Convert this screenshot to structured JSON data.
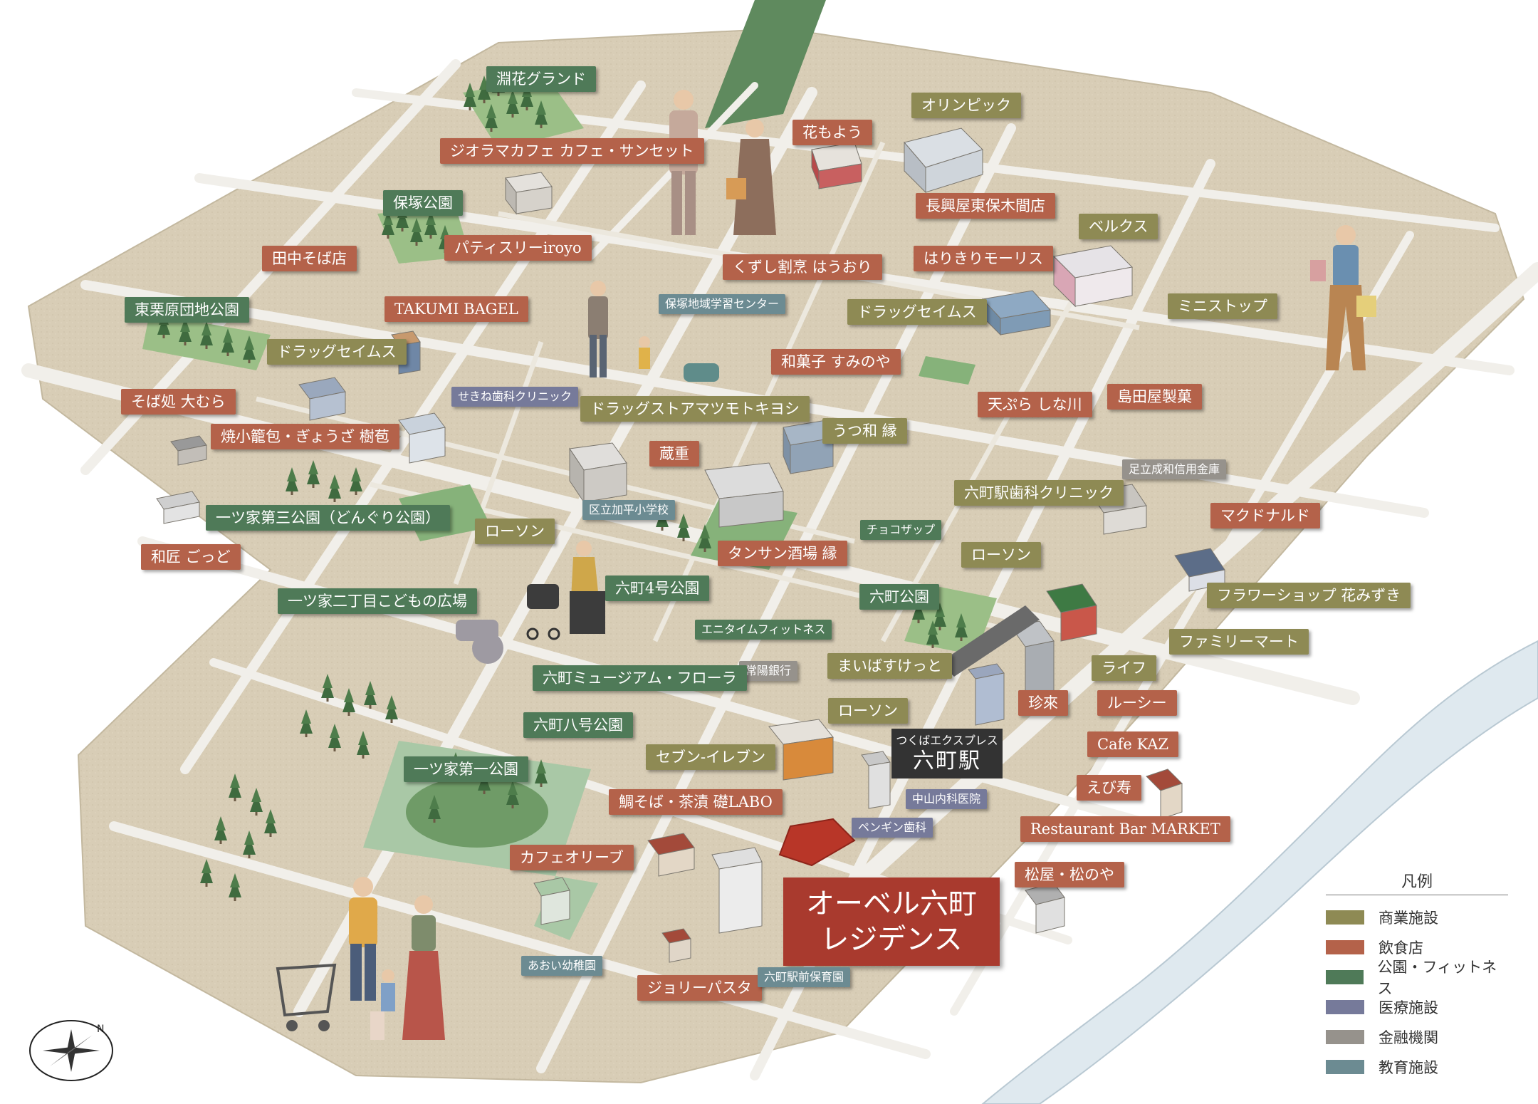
{
  "map": {
    "property": {
      "line1": "オーベル六町",
      "line2": "レジデンス"
    },
    "station": {
      "sub": "つくばエクスプレス",
      "name": "六町駅"
    },
    "legend": {
      "title": "凡例",
      "items": [
        {
          "label": "商業施設",
          "color": "#8e8a54"
        },
        {
          "label": "飲食店",
          "color": "#b4624a"
        },
        {
          "label": "公園・フィットネス",
          "color": "#4f7a58"
        },
        {
          "label": "医療施設",
          "color": "#767a9a"
        },
        {
          "label": "金融機関",
          "color": "#96928c"
        },
        {
          "label": "教育施設",
          "color": "#6c8b92"
        }
      ]
    },
    "labels": [
      {
        "text": "淵花グランド",
        "type": "park"
      },
      {
        "text": "ジオラマカフェ カフェ・サンセット",
        "type": "food"
      },
      {
        "text": "保塚公園",
        "type": "park"
      },
      {
        "text": "パティスリーiroyo",
        "type": "food"
      },
      {
        "text": "田中そば店",
        "type": "food"
      },
      {
        "text": "東栗原団地公園",
        "type": "park"
      },
      {
        "text": "TAKUMI BAGEL",
        "type": "food"
      },
      {
        "text": "ドラッグセイムス",
        "type": "commercial"
      },
      {
        "text": "そば処 大むら",
        "type": "food"
      },
      {
        "text": "焼小籠包・ぎょうざ 樹苞",
        "type": "food"
      },
      {
        "text": "一ツ家第三公園（どんぐり公園）",
        "type": "park"
      },
      {
        "text": "和匠 ごっど",
        "type": "food"
      },
      {
        "text": "一ツ家二丁目こどもの広場",
        "type": "park"
      },
      {
        "text": "ローソン",
        "type": "commercial"
      },
      {
        "text": "六町4号公園",
        "type": "park"
      },
      {
        "text": "せきね歯科クリニック",
        "type": "medical"
      },
      {
        "text": "ドラッグストアマツモトキヨシ",
        "type": "commercial"
      },
      {
        "text": "保塚地域学習センター",
        "type": "education"
      },
      {
        "text": "花もよう",
        "type": "food"
      },
      {
        "text": "オリンピック",
        "type": "commercial"
      },
      {
        "text": "長興屋東保木間店",
        "type": "food"
      },
      {
        "text": "くずし割烹 はうおり",
        "type": "food"
      },
      {
        "text": "はりきりモーリス",
        "type": "food"
      },
      {
        "text": "ベルクス",
        "type": "commercial"
      },
      {
        "text": "ミニストップ",
        "type": "commercial"
      },
      {
        "text": "ドラッグセイムス",
        "type": "commercial"
      },
      {
        "text": "和菓子 すみのや",
        "type": "food"
      },
      {
        "text": "天ぷら しな川",
        "type": "food"
      },
      {
        "text": "島田屋製菓",
        "type": "food"
      },
      {
        "text": "うつ和 縁",
        "type": "food"
      },
      {
        "text": "蔵重",
        "type": "food"
      },
      {
        "text": "足立成和信用金庫",
        "type": "finance"
      },
      {
        "text": "六町駅歯科クリニック",
        "type": "commercial"
      },
      {
        "text": "区立加平小学校",
        "type": "education"
      },
      {
        "text": "マクドナルド",
        "type": "food"
      },
      {
        "text": "チョコザップ",
        "type": "park"
      },
      {
        "text": "タンサン酒場 縁",
        "type": "food"
      },
      {
        "text": "ローソン",
        "type": "commercial"
      },
      {
        "text": "フラワーショップ 花みずき",
        "type": "commercial"
      },
      {
        "text": "六町公園",
        "type": "park"
      },
      {
        "text": "エニタイムフィットネス",
        "type": "park"
      },
      {
        "text": "ファミリーマート",
        "type": "commercial"
      },
      {
        "text": "常陽銀行",
        "type": "finance"
      },
      {
        "text": "まいばすけっと",
        "type": "commercial"
      },
      {
        "text": "ライフ",
        "type": "commercial"
      },
      {
        "text": "六町ミュージアム・フローラ",
        "type": "park"
      },
      {
        "text": "珍來",
        "type": "food"
      },
      {
        "text": "ルーシー",
        "type": "food"
      },
      {
        "text": "ローソン",
        "type": "commercial"
      },
      {
        "text": "六町八号公園",
        "type": "park"
      },
      {
        "text": "Cafe KAZ",
        "type": "food"
      },
      {
        "text": "セブン-イレブン",
        "type": "commercial"
      },
      {
        "text": "一ツ家第一公園",
        "type": "park"
      },
      {
        "text": "えび寿",
        "type": "food"
      },
      {
        "text": "中山内科医院",
        "type": "medical"
      },
      {
        "text": "鯛そば・茶漬 礎LABO",
        "type": "food"
      },
      {
        "text": "ペンギン歯科",
        "type": "medical"
      },
      {
        "text": "Restaurant Bar MARKET",
        "type": "food"
      },
      {
        "text": "カフェオリーブ",
        "type": "food"
      },
      {
        "text": "松屋・松のや",
        "type": "food"
      },
      {
        "text": "あおい幼稚園",
        "type": "education"
      },
      {
        "text": "ジョリーパスタ",
        "type": "food"
      },
      {
        "text": "六町駅前保育園",
        "type": "education"
      }
    ]
  }
}
